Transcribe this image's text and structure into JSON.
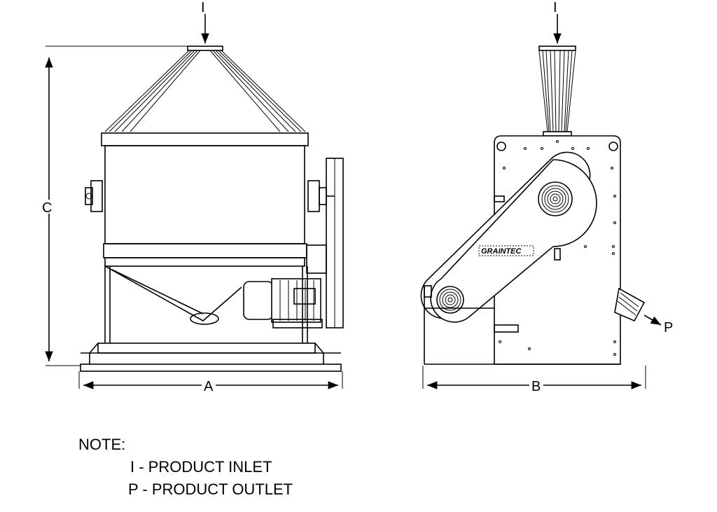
{
  "labels": {
    "inlet_front": "I",
    "inlet_side": "I",
    "outlet_side": "P",
    "dim_a": "A",
    "dim_b": "B",
    "dim_c": "C",
    "brand": "GRAINTEC"
  },
  "notes": {
    "heading": "NOTE:",
    "lines": [
      "I - PRODUCT INLET",
      "P - PRODUCT OUTLET"
    ]
  }
}
